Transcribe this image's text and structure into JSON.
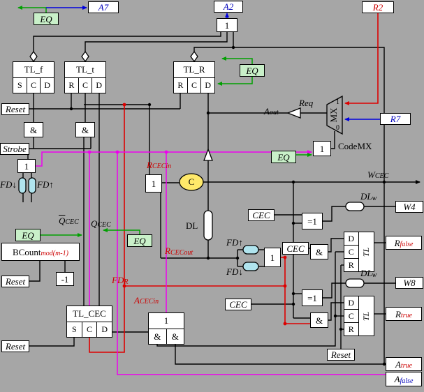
{
  "colors": {
    "background": "#a6a6a6",
    "box_bg": "#ffffff",
    "eq_bg": "#c9f0c9",
    "fd_fill": "#b0e4ee",
    "counter_fill": "#ffe96a",
    "wire_black": "#000000",
    "wire_red": "#dd0000",
    "wire_magenta": "#ee00ee",
    "wire_green": "#00a000",
    "wire_blue": "#0000dd",
    "text_red": "#cc0000",
    "text_blue": "#0000bb"
  },
  "boxes": {
    "a7": "A7",
    "a2": "A2",
    "r2": "R2",
    "r7": "R7",
    "w4": "W4",
    "w8": "W8",
    "one": "1",
    "and": "&",
    "xor": "=1",
    "minus_one": "-1",
    "eq": "EQ",
    "reset": "Reset",
    "strobe": "Strobe",
    "cec": "CEC",
    "req": "Req",
    "codemx": "CodeMX",
    "mx": "MX",
    "mx_in1": "1",
    "mx_in0": "0",
    "counter": "C",
    "dl": "DL",
    "fd_down": "FD↓",
    "fd_up": "FD↑"
  },
  "registers": {
    "tl_f": {
      "title": "TL_f",
      "cells": [
        "S",
        "C",
        "D"
      ]
    },
    "tl_t": {
      "title": "TL_t",
      "cells": [
        "R",
        "C",
        "D"
      ]
    },
    "tl_r": {
      "title": "TL_R",
      "cells": [
        "R",
        "C",
        "D"
      ]
    },
    "tl_cec": {
      "title": "TL_CEC",
      "cells": [
        "S",
        "C",
        "D"
      ]
    },
    "tl_out_top": {
      "title": "TL",
      "cells": [
        "D",
        "C",
        "R"
      ]
    },
    "tl_out_bottom": {
      "title": "TL",
      "cells": [
        "D",
        "C",
        "R"
      ]
    }
  },
  "signals": {
    "a_out": {
      "m": "A",
      "s": "out"
    },
    "w_cec": {
      "m": "W",
      "s": "CEC"
    },
    "r_cecin": {
      "m": "R",
      "s": "CECin"
    },
    "r_cecout": {
      "m": "R",
      "s": "CECout"
    },
    "q_bar_cec": {
      "m": "Q",
      "s": "CEC"
    },
    "q_cec": {
      "m": "Q",
      "s": "CEC"
    },
    "fd_r": {
      "m": "FD",
      "s": "R"
    },
    "a_cecin": {
      "m": "A",
      "s": "CECin"
    },
    "dl_w": {
      "m": "DL",
      "s": "w"
    },
    "r_false": {
      "m": "R",
      "s": "false"
    },
    "r_true": {
      "m": "R",
      "s": "true"
    },
    "a_true": {
      "m": "A",
      "s": "true"
    },
    "a_false": {
      "m": "A",
      "s": "false"
    },
    "bcount": {
      "m": "BCount",
      "s": "mod(m-1)"
    }
  }
}
